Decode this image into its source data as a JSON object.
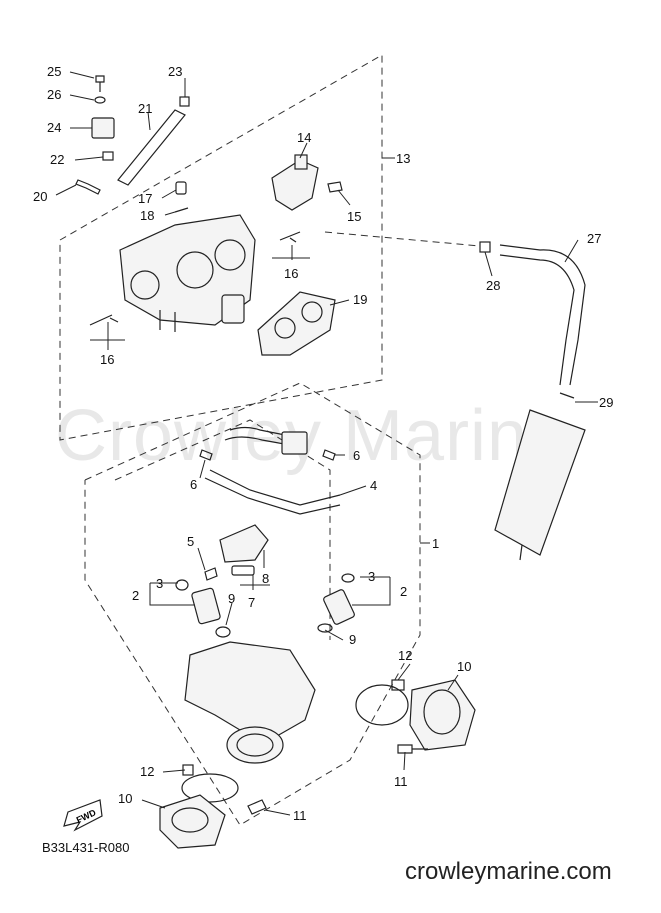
{
  "watermark": "Crowley Marine",
  "diagram_code": "B33L431-R080",
  "site_credit": "crowleymarine.com",
  "fwd_label": "FWD",
  "callouts": {
    "c25": "25",
    "c26": "26",
    "c23": "23",
    "c21": "21",
    "c24": "24",
    "c22": "22",
    "c14": "14",
    "c13": "13",
    "c20": "20",
    "c17": "17",
    "c18": "18",
    "c15": "15",
    "c16a": "16",
    "c27": "27",
    "c28": "28",
    "c19": "19",
    "c16b": "16",
    "c29": "29",
    "c6a": "6",
    "c6b": "6",
    "c4": "4",
    "c1": "1",
    "c5": "5",
    "c3a": "3",
    "c8": "8",
    "c2a": "2",
    "c9a": "9",
    "c7": "7",
    "c3b": "3",
    "c2b": "2",
    "c9b": "9",
    "c12a": "12",
    "c10a": "10",
    "c11a": "11",
    "c12b": "12",
    "c10b": "10",
    "c11b": "11"
  }
}
